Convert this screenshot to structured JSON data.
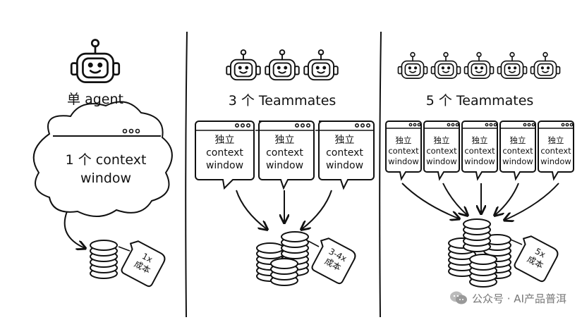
{
  "panels": [
    {
      "title": "单 agent",
      "window_text_1": "1 个 context",
      "window_text_2": "window",
      "cost_line1": "1x",
      "cost_line2": "成本"
    },
    {
      "title": "3 个 Teammates",
      "window_line1": "独立",
      "window_line2": "context",
      "window_line3": "window",
      "cost_line1": "3-4x",
      "cost_line2": "成本"
    },
    {
      "title": "5 个 Teammates",
      "window_line1": "独立",
      "window_line2": "context",
      "window_line3": "window",
      "cost_line1": "5x",
      "cost_line2": "成本"
    }
  ],
  "watermark": "公众号 · AI产品普洱"
}
